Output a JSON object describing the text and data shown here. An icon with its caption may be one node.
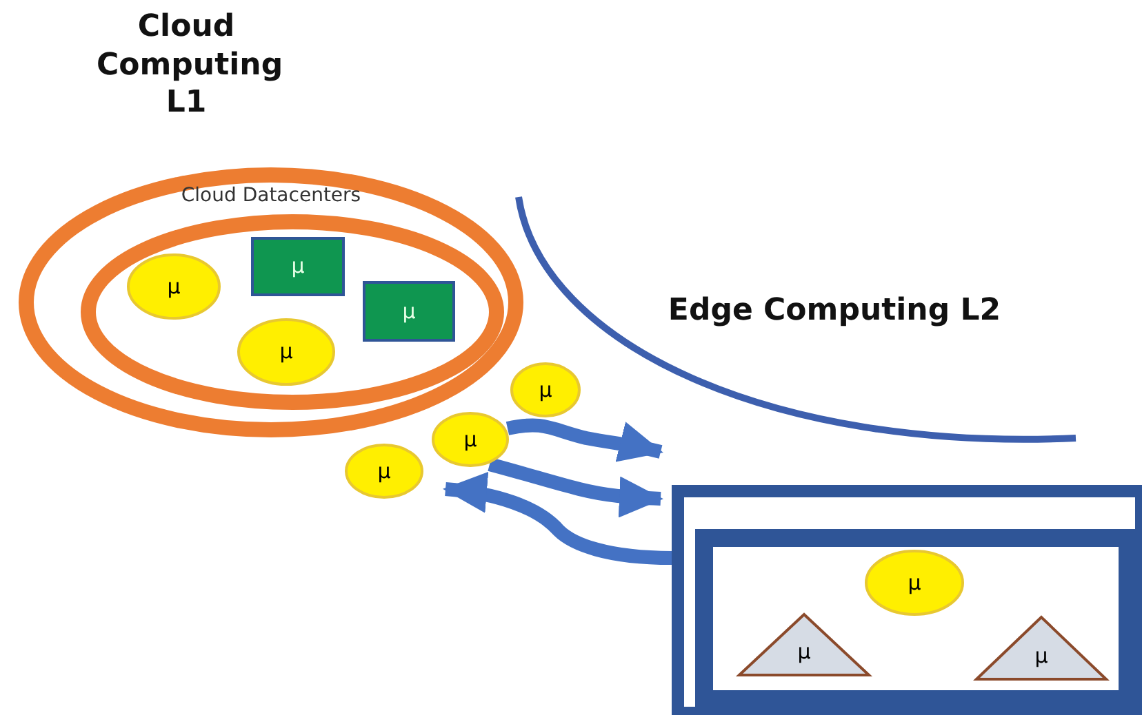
{
  "diagram": {
    "nodes": [
      {
        "text": [
          "Cloud Datacenters"
        ]
      },
      {
        "text": [],
        "shape": "ellipse",
        "in": 0
      },
      {
        "text": [
          "μ"
        ],
        "in": 1
      },
      {
        "text": [
          "μ"
        ],
        "in": 1
      },
      {
        "text": [
          "μ"
        ],
        "in": 1
      },
      {
        "text": [
          "μ"
        ],
        "in": 1
      },
      {
        "text": [
          "μ"
        ]
      },
      {
        "text": [
          "μ"
        ]
      },
      {
        "text": [
          "μ"
        ]
      },
      {
        "text": [],
        "shape": "box"
      },
      {
        "text": [],
        "shape": "box",
        "in": 9
      },
      {
        "text": [
          "μ"
        ],
        "in": 10
      },
      {
        "text": [
          "μ"
        ],
        "in": 10
      },
      {
        "text": [
          "μ"
        ],
        "in": 10
      }
    ],
    "edges": [
      {
        "from": 7,
        "to": 9,
        "arrow": "to"
      },
      {
        "from": 7,
        "to": 9,
        "arrow": "to"
      },
      {
        "from": 9,
        "to": 7,
        "arrow": "to"
      }
    ],
    "labels": [
      "Cloud Computing L1",
      "Edge Computing L2"
    ]
  }
}
